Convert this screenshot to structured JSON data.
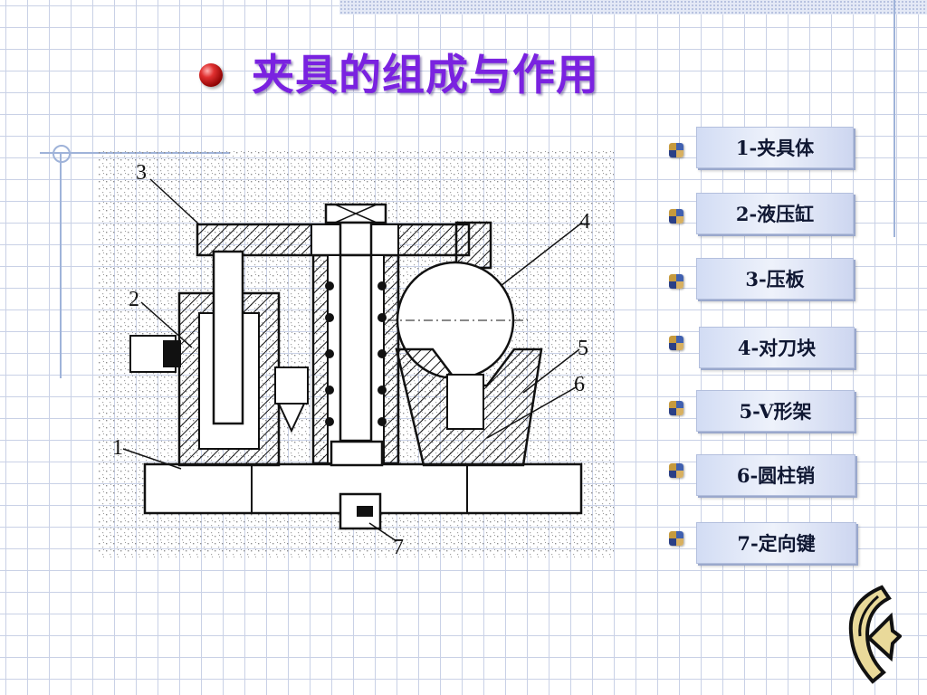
{
  "slide": {
    "title": "夹具的组成与作用"
  },
  "drawing": {
    "callouts": [
      "1",
      "2",
      "3",
      "4",
      "5",
      "6",
      "7"
    ]
  },
  "legend": {
    "items": [
      {
        "label": "1-夹具体"
      },
      {
        "label": "2-液压缸"
      },
      {
        "label": "3-压板"
      },
      {
        "label": "4-对刀块"
      },
      {
        "label": "5-V形架"
      },
      {
        "label": "6-圆柱销"
      },
      {
        "label": "7-定向键"
      }
    ]
  },
  "colors": {
    "title": "#7a22e0",
    "grid": "#c9d1e6",
    "box_fill": "#e6ecf8"
  },
  "icons": {
    "title_bullet": "red-sphere-bullet",
    "item_bullet": "cube-bullet",
    "nav": "return-arrow-icon"
  }
}
